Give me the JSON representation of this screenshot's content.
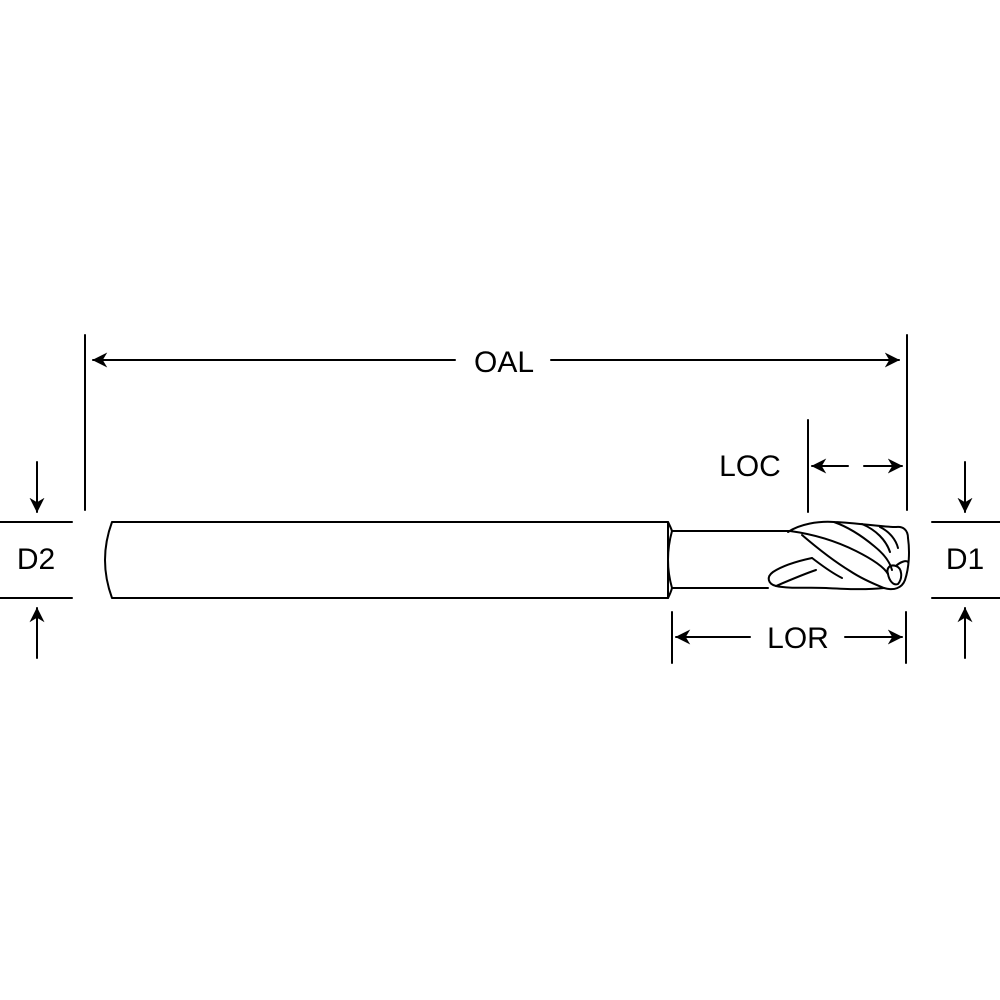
{
  "labels": {
    "oal": "OAL",
    "loc": "LOC",
    "lor": "LOR",
    "d1": "D1",
    "d2": "D2"
  },
  "colors": {
    "line": "#000000",
    "background": "#ffffff"
  },
  "icons": [
    "arrow-left-icon",
    "arrow-right-icon",
    "arrow-up-icon",
    "arrow-down-icon"
  ]
}
